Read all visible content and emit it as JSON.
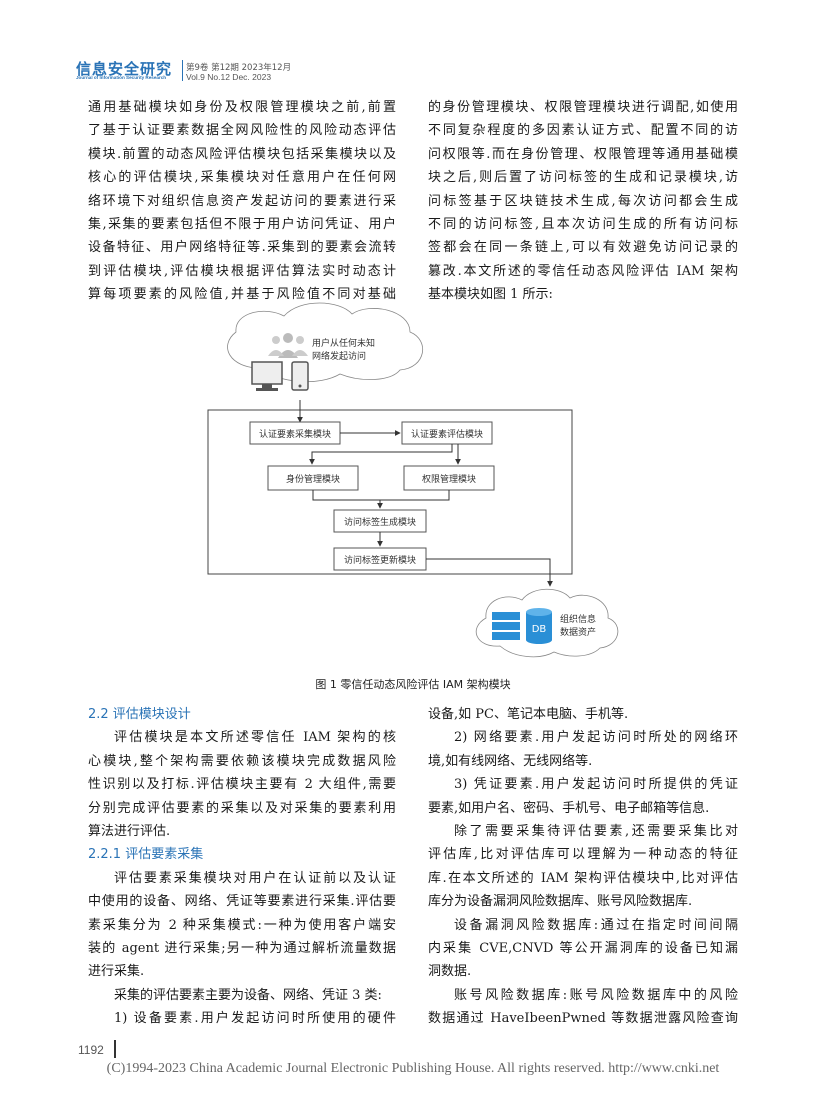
{
  "header": {
    "title": "信息安全研究",
    "subtitle": "Journal of Information Security Research",
    "vol_cn": "第9卷 第12期 2023年12月",
    "vol_en": "Vol.9 No.12 Dec. 2023"
  },
  "left_top": [
    "通用基础模块如身份及权限管理模块之前,前置",
    "了基于认证要素数据全网风险性的风险动态评估",
    "模块.前置的动态风险评估模块包括采集模块以及",
    "核心的评估模块,采集模块对任意用户在任何网",
    "络环境下对组织信息资产发起访问的要素进行采",
    "集,采集的要素包括但不限于用户访问凭证、用户",
    "设备特征、用户网络特征等.采集到的要素会流转",
    "到评估模块,评估模块根据评估算法实时动态计",
    "算每项要素的风险值,并基于风险值不同对基础"
  ],
  "right_top": [
    "的身份管理模块、权限管理模块进行调配,如使用",
    "不同复杂程度的多因素认证方式、配置不同的访",
    "问权限等.而在身份管理、权限管理等通用基础模",
    "块之后,则后置了访问标签的生成和记录模块,访",
    "问标签基于区块链技术生成,每次访问都会生成",
    "不同的访问标签,且本次访问生成的所有访问标",
    "签都会在同一条链上,可以有效避免访问记录的",
    "篡改.本文所述的零信任动态风险评估 IAM 架构",
    "基本模块如图 1 所示:"
  ],
  "figure": {
    "user_text_1": "用户从任何未知",
    "user_text_2": "网络发起访问",
    "box_collect": "认证要素采集模块",
    "box_evaluate": "认证要素评估模块",
    "box_identity": "身份管理模块",
    "box_permission": "权限管理模块",
    "box_tag_gen": "访问标签生成模块",
    "box_tag_update": "访问标签更新模块",
    "db_label": "DB",
    "asset_text_1": "组织信息",
    "asset_text_2": "数据资产",
    "caption": "图 1    零信任动态风险评估 IAM 架构模块"
  },
  "left_bottom": {
    "sec22": "2.2    评估模块设计",
    "p1": [
      "评估模块是本文所述零信任 IAM 架构的核",
      "心模块,整个架构需要依赖该模块完成数据风险",
      "性识别以及打标.评估模块主要有 2 大组件,需要",
      "分别完成评估要素的采集以及对采集的要素利用",
      "算法进行评估."
    ],
    "sec221": "2.2.1    评估要素采集",
    "p2": [
      "评估要素采集模块对用户在认证前以及认证",
      "中使用的设备、网络、凭证等要素进行采集.评估要",
      "素采集分为 2 种采集模式:一种为使用客户端安",
      "装的 agent 进行采集;另一种为通过解析流量数据",
      "进行采集."
    ],
    "p3": "采集的评估要素主要为设备、网络、凭证 3 类:",
    "p4": "1) 设备要素.用户发起访问时所使用的硬件"
  },
  "right_bottom": {
    "l1": "设备,如 PC、笔记本电脑、手机等.",
    "p2": [
      "2) 网络要素.用户发起访问时所处的网络环",
      "境,如有线网络、无线网络等."
    ],
    "p3": [
      "3) 凭证要素.用户发起访问时所提供的凭证",
      "要素,如用户名、密码、手机号、电子邮箱等信息."
    ],
    "p4": [
      "除了需要采集待评估要素,还需要采集比对",
      "评估库,比对评估库可以理解为一种动态的特征",
      "库.在本文所述的 IAM 架构评估模块中,比对评估",
      "库分为设备漏洞风险数据库、账号风险数据库."
    ],
    "p5": [
      "设备漏洞风险数据库:通过在指定时间间隔",
      "内采集 CVE,CNVD 等公开漏洞库的设备已知漏",
      "洞数据."
    ],
    "p6": [
      "账号风险数据库:账号风险数据库中的风险",
      "数据通过 HaveIbeenPwned 等数据泄露风险查询"
    ]
  },
  "footer": {
    "page_number": "1192",
    "copyright": "(C)1994-2023 China Academic Journal Electronic Publishing House. All rights reserved.    http://www.cnki.net"
  }
}
